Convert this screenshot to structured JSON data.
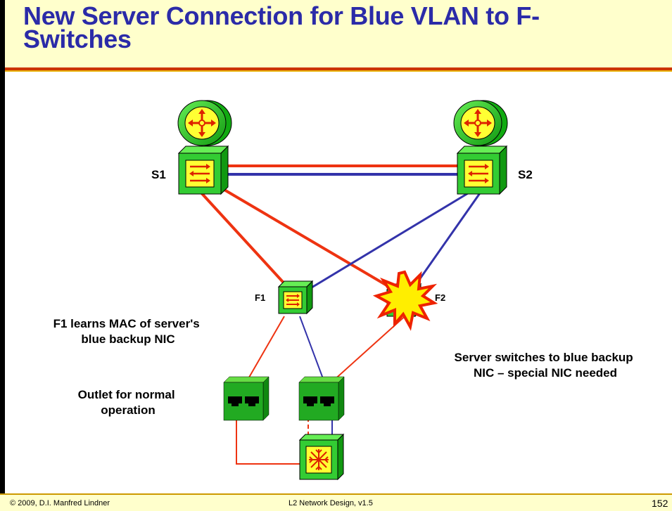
{
  "title": "New Server Connection for Blue VLAN to F-Switches",
  "title_line1": "New Server Connection for Blue VLAN to F-",
  "title_line2": "Switches",
  "nodes": {
    "s1": "S1",
    "s2": "S2",
    "f1": "F1",
    "f2": "F2"
  },
  "annotations": {
    "f1_learns_line1": "F1 learns MAC of server's",
    "f1_learns_line2": "blue backup NIC",
    "outlet_line1": "Outlet for normal",
    "outlet_line2": "operation",
    "server_switch_line1": "Server switches to blue backup",
    "server_switch_line2": "NIC – special NIC needed"
  },
  "footer": {
    "copyright": "© 2009, D.I. Manfred Lindner",
    "course": "L2 Network Design, v1.5",
    "page_number": "152"
  },
  "colors": {
    "red_link": "#ee3311",
    "blue_link": "#3333aa",
    "title_color": "#2b2ba8",
    "title_bg": "#ffffcc",
    "device_green": "#33cc33",
    "device_yellow": "#ffff33"
  },
  "icons": [
    "router-icon",
    "switch-icon",
    "outlet-icon",
    "server-icon",
    "explosion-icon"
  ]
}
